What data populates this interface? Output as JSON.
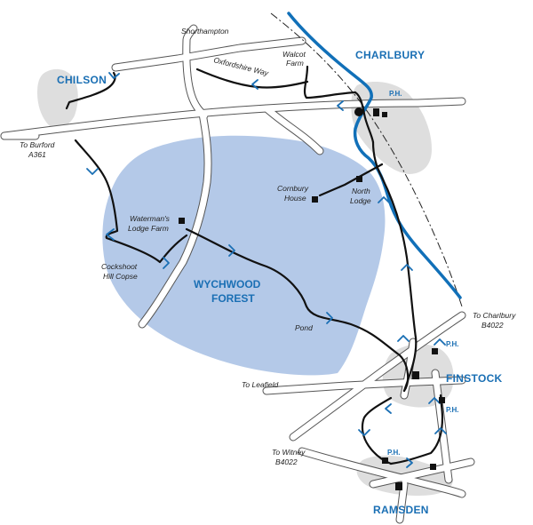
{
  "colors": {
    "forest": "#b4c9e8",
    "village": "#dedede",
    "river": "#1170b8",
    "label_blue": "#1a6fb4",
    "route": "#111111",
    "arrow": "#1a6fb4",
    "road_edge": "#555555"
  },
  "towns": {
    "charlbury": "CHARLBURY",
    "chilson": "CHILSON",
    "finstock": "FINSTOCK",
    "ramsden": "RAMSDEN"
  },
  "forest": {
    "line1": "WYCHWOOD",
    "line2": "FOREST"
  },
  "places": {
    "shorthampton": "Shorthampton",
    "walcot_1": "Walcot",
    "walcot_2": "Farm",
    "oxfordshire_way": "Oxfordshire Way",
    "cornbury_1": "Cornbury",
    "cornbury_2": "House",
    "north_lodge_1": "North",
    "north_lodge_2": "Lodge",
    "watermans_1": "Waterman's",
    "watermans_2": "Lodge Farm",
    "cockshoot_1": "Cockshoot",
    "cockshoot_2": "Hill Copse",
    "pond": "Pond"
  },
  "roads": {
    "to_burford_1": "To Burford",
    "to_burford_2": "A361",
    "to_charlbury_1": "To Charlbury",
    "to_charlbury_2": "B4022",
    "to_leafield": "To Leafield",
    "to_witney_1": "To Witney",
    "to_witney_2": "B4022"
  },
  "pubs": {
    "charlbury": "P.H.",
    "finstock_north": "P.H.",
    "finstock_south": "P.H.",
    "ramsden": "P.H."
  }
}
